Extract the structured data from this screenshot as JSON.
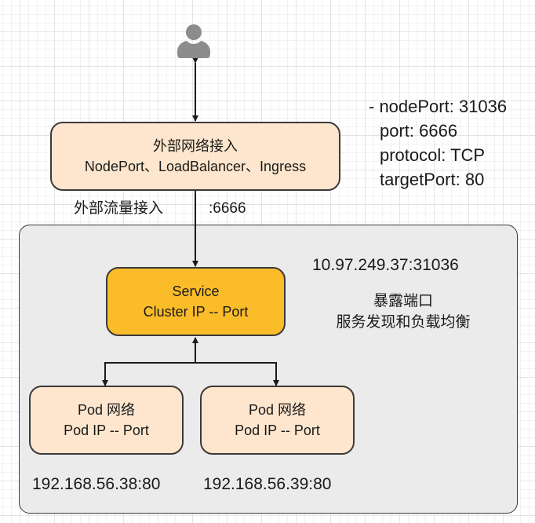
{
  "user_icon": "user-person-icon",
  "external_box": {
    "line1": "外部网络接入",
    "line2": "NodePort、LoadBalancer、Ingress"
  },
  "external_traffic_label": "外部流量接入",
  "port_label": ":6666",
  "port_spec": {
    "line1": "- nodePort: 31036",
    "line2": "port: 6666",
    "line3": "protocol: TCP",
    "line4": "targetPort: 80"
  },
  "cluster": {
    "service_address": "10.97.249.37:31036",
    "service_desc_line1": "暴露端口",
    "service_desc_line2": "服务发现和负载均衡",
    "service_box": {
      "line1": "Service",
      "line2": "Cluster IP -- Port"
    },
    "pods": [
      {
        "line1": "Pod 网络",
        "line2": "Pod IP -- Port",
        "address": "192.168.56.38:80"
      },
      {
        "line1": "Pod 网络",
        "line2": "Pod IP -- Port",
        "address": "192.168.56.39:80"
      }
    ]
  },
  "colors": {
    "external_fill": "#fde6cd",
    "service_fill": "#fbbc2a",
    "pod_fill": "#fde6cd",
    "cluster_fill": "#ebebeb",
    "user_icon": "#8c8c8c"
  }
}
